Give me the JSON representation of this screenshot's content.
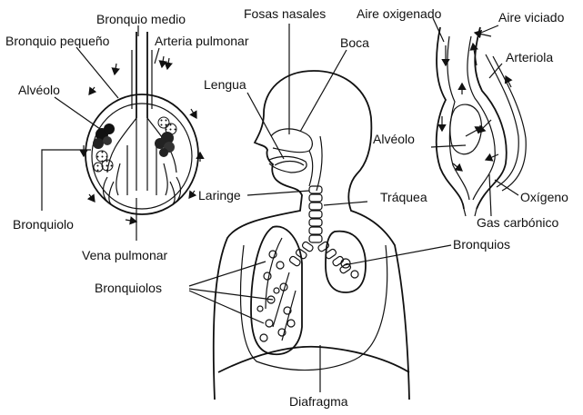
{
  "labels": {
    "bronquio_medio": "Bronquio medio",
    "bronquio_pequeno": "Bronquio pequeño",
    "arteria_pulmonar": "Arteria pulmonar",
    "alveolo_left": "Alvéolo",
    "bronquiolo": "Bronquiolo",
    "vena_pulmonar": "Vena pulmonar",
    "fosas_nasales": "Fosas nasales",
    "boca": "Boca",
    "lengua": "Lengua",
    "laringe": "Laringe",
    "traquea": "Tráquea",
    "bronquios": "Bronquios",
    "bronquiolos": "Bronquiolos",
    "diafragma": "Diafragma",
    "aire_oxigenado": "Aire oxigenado",
    "aire_viciado": "Aire viciado",
    "arteriola": "Arteriola",
    "alveolo_right": "Alvéolo",
    "oxigeno": "Oxígeno",
    "gas_carbonico": "Gas carbónico"
  },
  "colors": {
    "ink": "#111111",
    "background": "#ffffff"
  }
}
